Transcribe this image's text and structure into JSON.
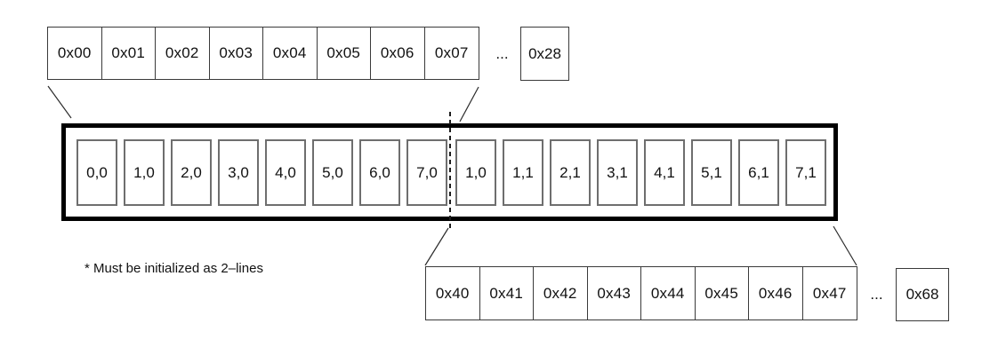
{
  "diagram": {
    "top_row": {
      "cells": [
        "0x00",
        "0x01",
        "0x02",
        "0x03",
        "0x04",
        "0x05",
        "0x06",
        "0x07"
      ],
      "ellipsis": "...",
      "last_cell": "0x28"
    },
    "cache_box": {
      "line0_cells": [
        "0,0",
        "1,0",
        "2,0",
        "3,0",
        "4,0",
        "5,0",
        "6,0",
        "7,0"
      ],
      "line1_cells": [
        "1,0",
        "1,1",
        "2,1",
        "3,1",
        "4,1",
        "5,1",
        "6,1",
        "7,1"
      ]
    },
    "bottom_row": {
      "cells": [
        "0x40",
        "0x41",
        "0x42",
        "0x43",
        "0x44",
        "0x45",
        "0x46",
        "0x47"
      ],
      "ellipsis": "...",
      "last_cell": "0x68"
    },
    "note": "* Must be initialized as 2–lines",
    "colors": {
      "background": "#ffffff",
      "thick_border": "#000000",
      "thin_border": "#3a3a3a",
      "inner_cell_border": "#6e6e6e",
      "text": "#111111"
    }
  }
}
